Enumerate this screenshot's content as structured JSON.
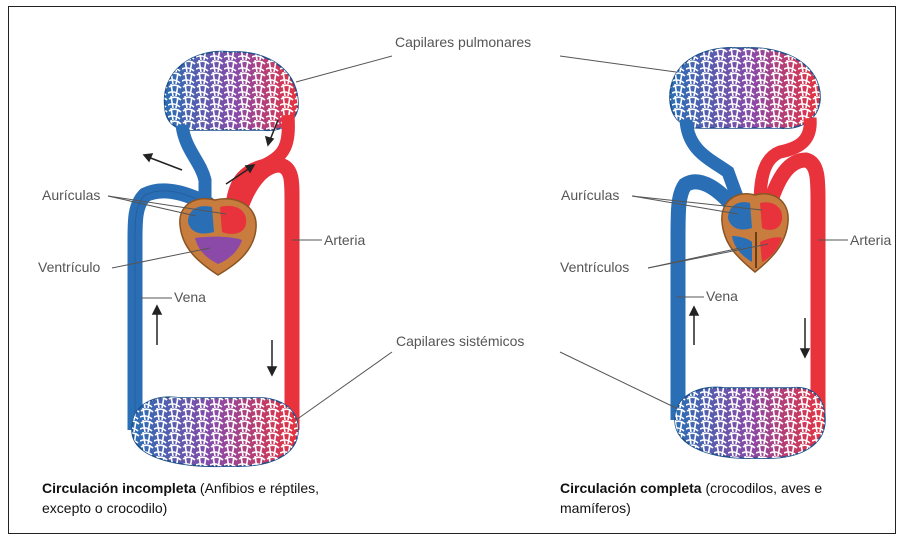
{
  "labels": {
    "pulmonary_capillaries": "Capilares pulmonares",
    "systemic_capillaries": "Capilares sistémicos",
    "left": {
      "atria": "Aurículas",
      "ventricle": "Ventrículo",
      "vein": "Vena",
      "artery": "Arteria"
    },
    "right": {
      "atria": "Aurículas",
      "ventricle": "Ventrículos",
      "vein": "Vena",
      "artery": "Arteria"
    }
  },
  "captions": {
    "left": {
      "bold": "Circulación incompleta",
      "line1_rest": " (Anfibios e réptiles,",
      "line2": "excepto o crocodilo)"
    },
    "right": {
      "bold": "Circulación completa",
      "line1_rest": " (crocodilos, aves e",
      "line2": "mamíferos)"
    }
  },
  "colors": {
    "artery": "#e8323c",
    "vein": "#2a6fb5",
    "heart": "#c87d3e",
    "mixed": "#8b4aa8",
    "line": "#555555"
  }
}
